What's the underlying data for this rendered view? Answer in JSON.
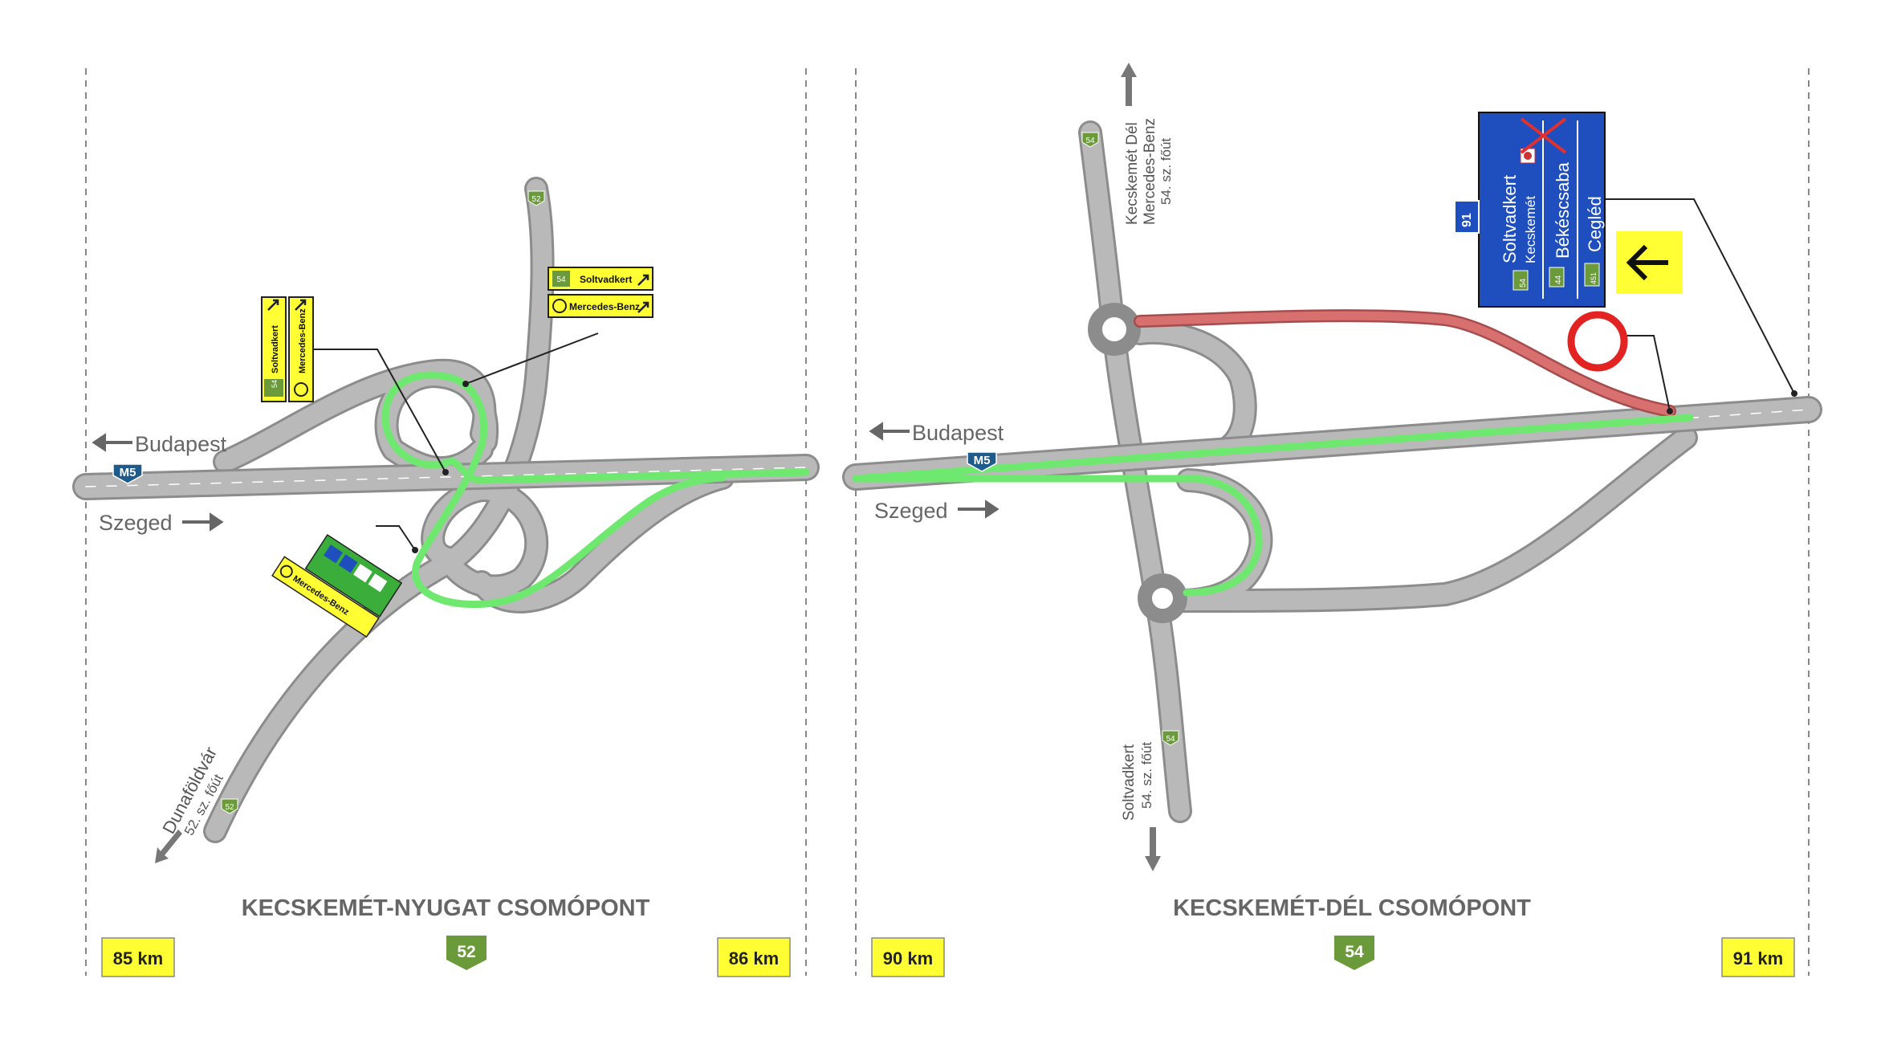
{
  "left_panel": {
    "title": "KECSKEMÉT-NYUGAT CSOMÓPONT",
    "junction_road": "52",
    "km_start": "85 km",
    "km_end": "86 km",
    "motorway": "M5",
    "dir_budapest": "Budapest",
    "dir_szeged": "Szeged",
    "road_top_shield": "52",
    "road_bottom_shield": "52",
    "dunafoldvar_dest": "Dunaföldvár",
    "dunafoldvar_sub": "52. sz. főút",
    "sign_vertical": {
      "shield": "54",
      "dest1": "Soltvadkert",
      "dest2": "Mercedes-Benz"
    },
    "sign_horizontal": {
      "shield": "54",
      "dest1": "Soltvadkert",
      "dest2": "Mercedes-Benz"
    },
    "sign_rotated": {
      "dest": "Mercedes-Benz"
    }
  },
  "right_panel": {
    "title": "KECSKEMÉT-DÉL CSOMÓPONT",
    "junction_road": "54",
    "km_start": "90 km",
    "km_end": "91 km",
    "motorway": "M5",
    "dir_budapest": "Budapest",
    "dir_szeged": "Szeged",
    "north_shield": "54",
    "north_dest": "Kecskemét Dél",
    "north_dest2": "Mercedes-Benz",
    "north_sub": "54. sz. főút",
    "south_shield": "54",
    "south_dest": "Soltvadkert",
    "south_sub": "54. sz. főút",
    "blue_sign": {
      "route_number": "91",
      "row1_dest": "Soltvadkert",
      "row1_sub": "Kecskemét",
      "row1_shield": "54",
      "row2_dest": "Békéscsaba",
      "row2_shield": "44",
      "row3_dest": "Cegléd",
      "row3_shield": "451"
    }
  },
  "colors": {
    "road": "#b9b9b9",
    "road_edge": "#8c8c8c",
    "route_green": "#6ee86e",
    "closed_red": "#d97070",
    "sign_yellow": "#ffff33",
    "sign_blue": "#1f4fbf",
    "shield_green": "#6a9a3a",
    "motorway_blue": "#1e5a8a"
  },
  "icons": [
    "arrow-left-icon",
    "arrow-right-icon",
    "arrow-up-icon",
    "arrow-down-icon",
    "no-entry-sign-icon",
    "mercedes-logo-icon"
  ]
}
